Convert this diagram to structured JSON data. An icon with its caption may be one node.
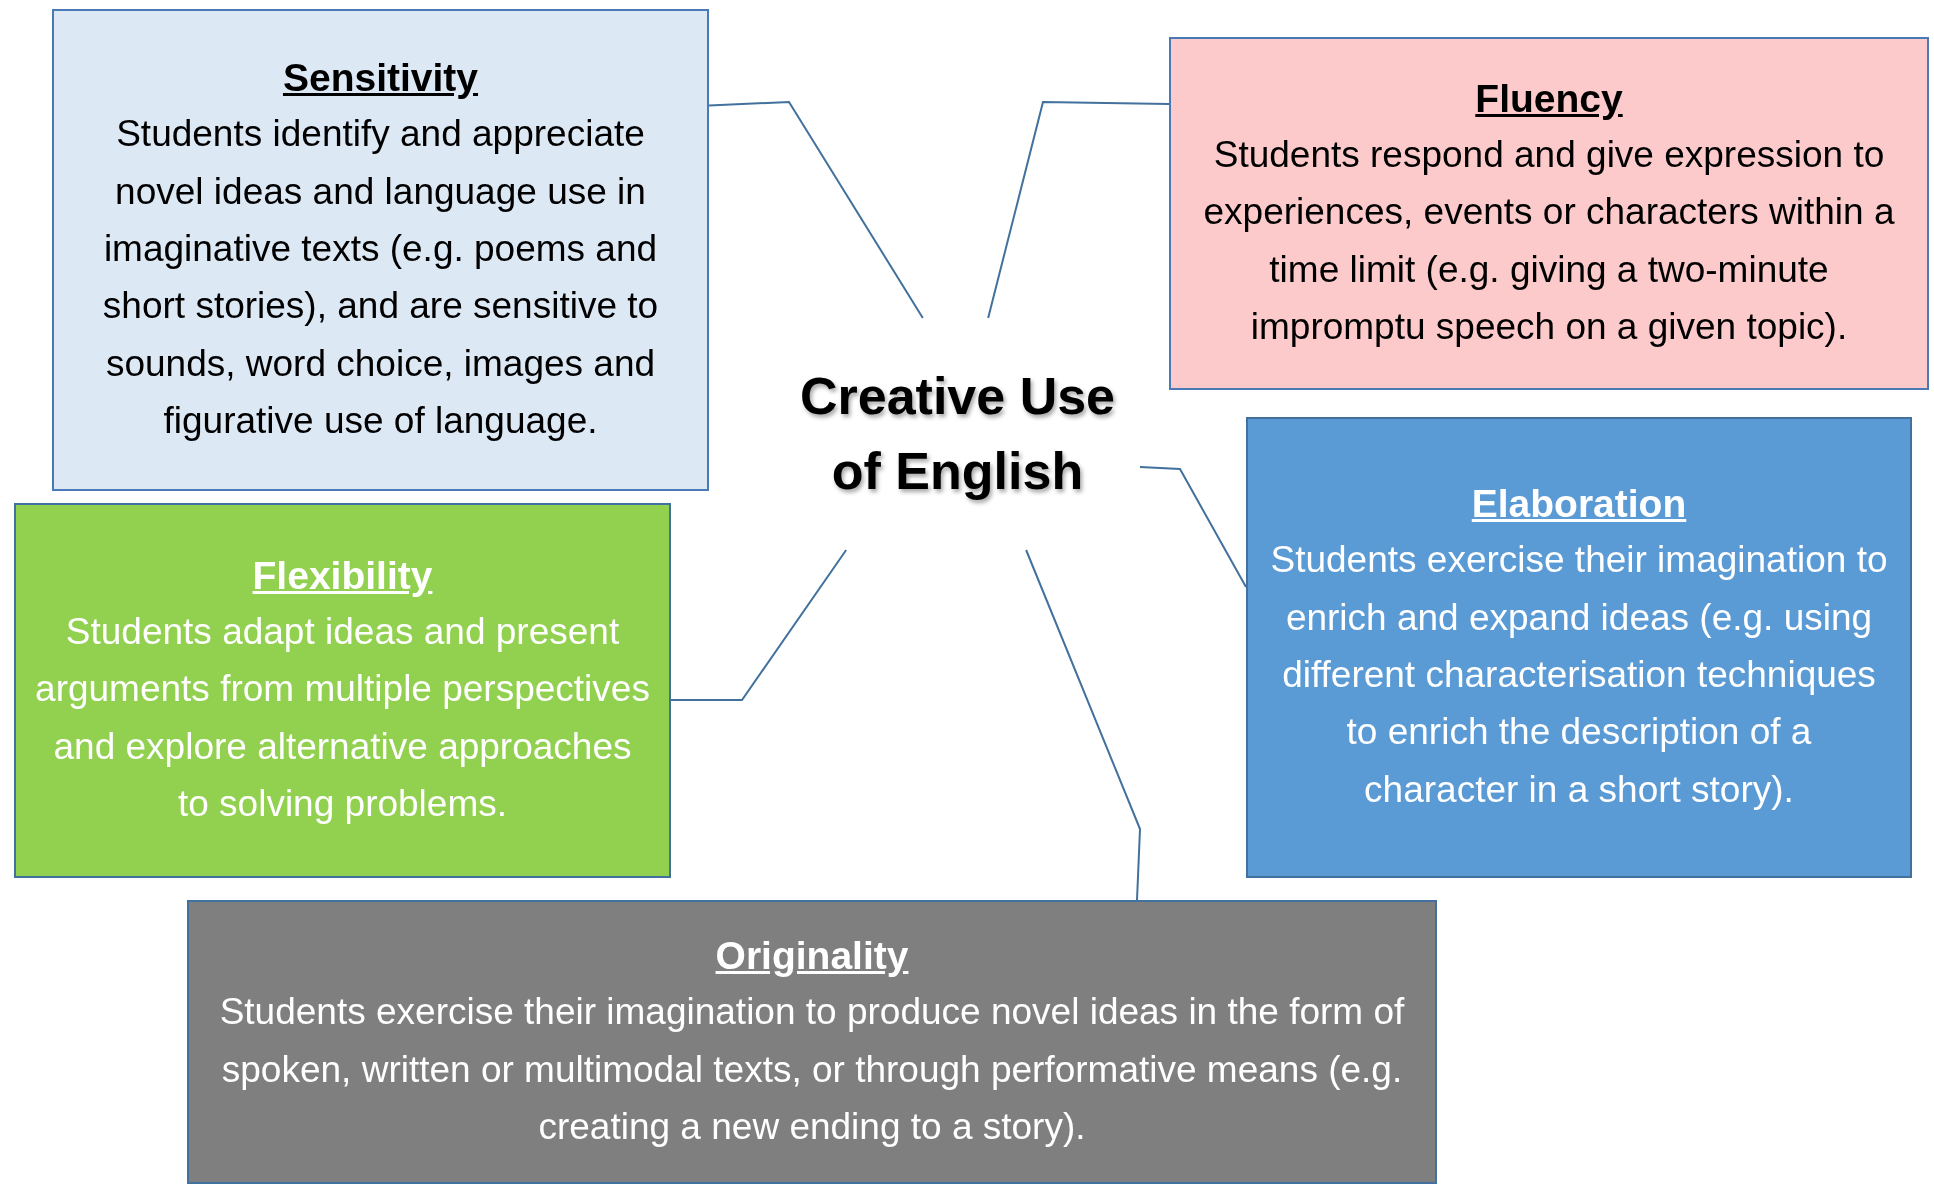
{
  "diagram": {
    "nodes": [
      {
        "text": [
          "Sensitivity",
          "Students identify and appreciate novel ideas and language use in imaginative texts (e.g. poems and short stories), and are sensitive to sounds, word choice, images and figurative use of language."
        ]
      },
      {
        "text": [
          "Fluency",
          "Students respond and give expression to experiences, events or characters within a time limit (e.g. giving a two-minute impromptu speech on a given topic)."
        ]
      },
      {
        "text": [
          "Creative Use of English"
        ]
      },
      {
        "text": [
          "Elaboration",
          "Students exercise their imagination to enrich and expand ideas (e.g. using different characterisation techniques to enrich the description of a character in a short story)."
        ]
      },
      {
        "text": [
          "Flexibility",
          "Students adapt ideas and present arguments from multiple perspectives and explore alternative approaches to solving problems."
        ]
      },
      {
        "text": [
          "Originality",
          "Students exercise their imagination to produce novel ideas in the form of spoken, written or multimodal texts, or through performative means (e.g. creating a new ending to a story)."
        ]
      }
    ],
    "edges": [
      {
        "from": 2,
        "to": 0,
        "arrow": "none"
      },
      {
        "from": 2,
        "to": 1,
        "arrow": "none"
      },
      {
        "from": 2,
        "to": 3,
        "arrow": "none"
      },
      {
        "from": 2,
        "to": 5,
        "arrow": "none"
      },
      {
        "from": 2,
        "to": 4,
        "arrow": "none"
      }
    ]
  }
}
